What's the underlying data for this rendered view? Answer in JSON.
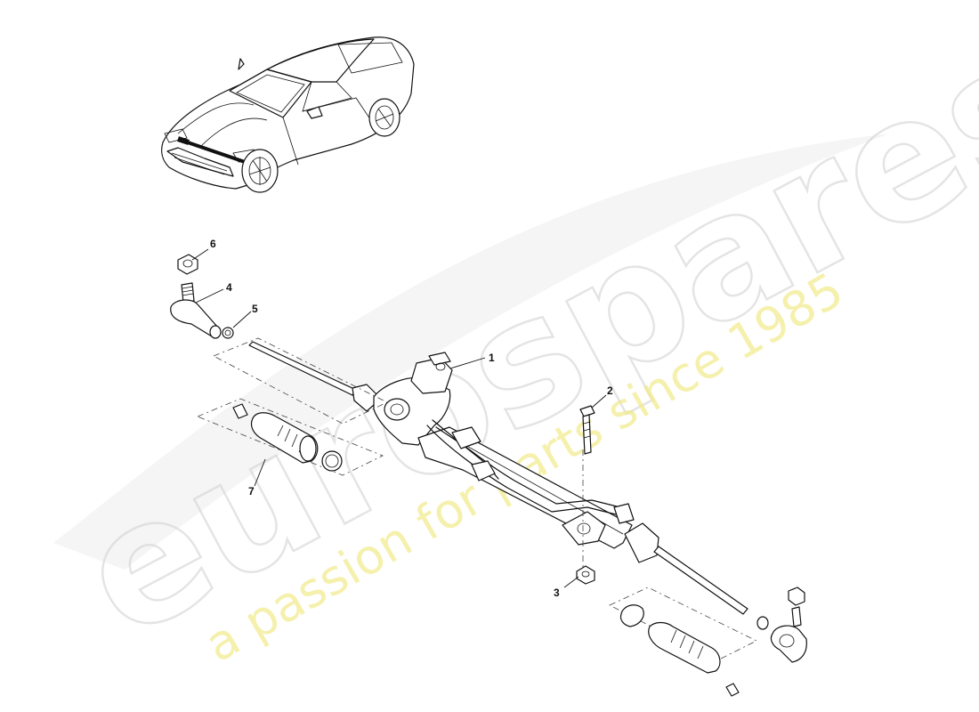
{
  "watermark": {
    "brand": "eurospares",
    "tagline": "a passion for parts since 1985",
    "brand_color": "#cfcfcf",
    "tagline_color": "#f1ea8a"
  },
  "callouts": [
    {
      "id": "1",
      "label": "1"
    },
    {
      "id": "2",
      "label": "2"
    },
    {
      "id": "3",
      "label": "3"
    },
    {
      "id": "4",
      "label": "4"
    },
    {
      "id": "5",
      "label": "5"
    },
    {
      "id": "6",
      "label": "6"
    },
    {
      "id": "7",
      "label": "7"
    }
  ],
  "icons": {
    "vehicle": "car-overview-icon",
    "assembly": "steering-rack-icon"
  }
}
